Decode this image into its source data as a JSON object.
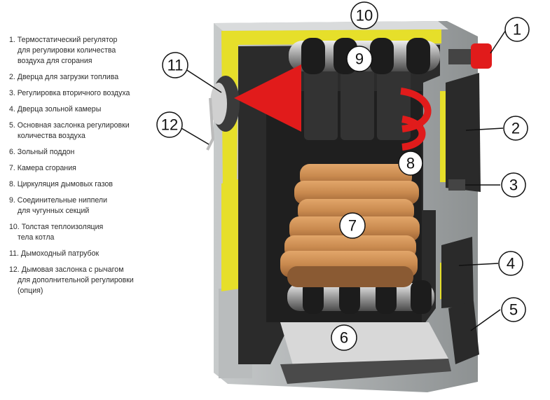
{
  "legend": {
    "items": [
      {
        "number": "1.",
        "lines": [
          "Термостатический регулятор",
          "для регулировки количества",
          "воздуха для сгорания"
        ]
      },
      {
        "number": "2.",
        "lines": [
          "Дверца для загрузки топлива"
        ]
      },
      {
        "number": "3.",
        "lines": [
          "Регулировка вторичного воздуха"
        ]
      },
      {
        "number": "4.",
        "lines": [
          "Дверца зольной камеры"
        ]
      },
      {
        "number": "5.",
        "lines": [
          "Основная заслонка регулировки",
          "количества воздуха"
        ]
      },
      {
        "number": "6.",
        "lines": [
          "Зольный поддон"
        ]
      },
      {
        "number": "7.",
        "lines": [
          "Камера сгорания"
        ]
      },
      {
        "number": "8.",
        "lines": [
          "Циркуляция дымовых газов"
        ]
      },
      {
        "number": "9.",
        "lines": [
          "Соединительные ниппели",
          "для чугунных секций"
        ]
      },
      {
        "number": "10.",
        "lines": [
          "Толстая теплоизоляция",
          "тела котла"
        ]
      },
      {
        "number": "11.",
        "lines": [
          "Дымоходный патрубок"
        ]
      },
      {
        "number": "12.",
        "lines": [
          "Дымовая заслонка с рычагом",
          "для дополнительной регулировки",
          "(опция)"
        ]
      }
    ]
  },
  "callouts": {
    "c1": "1",
    "c2": "2",
    "c3": "3",
    "c4": "4",
    "c5": "5",
    "c6": "6",
    "c7": "7",
    "c8": "8",
    "c9": "9",
    "c10": "10",
    "c11": "11",
    "c12": "12"
  },
  "colors": {
    "insulation": "#e6df2a",
    "casing": "#9ea2a3",
    "cast_iron": "#2b2b2b",
    "wood": "#c98a4f",
    "flame_arrow": "#e11b1b"
  }
}
